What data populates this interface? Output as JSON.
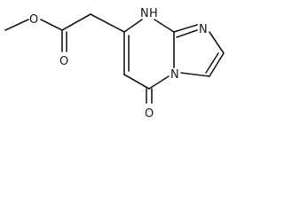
{
  "molecule": {
    "atoms": {
      "O_ester": "O",
      "O_carbonyl": "O",
      "NH": "N",
      "H_on_N": "H",
      "N_bridge": "N",
      "N_imidazole": "N",
      "O_ketone": "O"
    },
    "colors": {
      "bond": "#1a1a1a",
      "label": "#1a1a1a",
      "background": "#ffffff"
    }
  }
}
